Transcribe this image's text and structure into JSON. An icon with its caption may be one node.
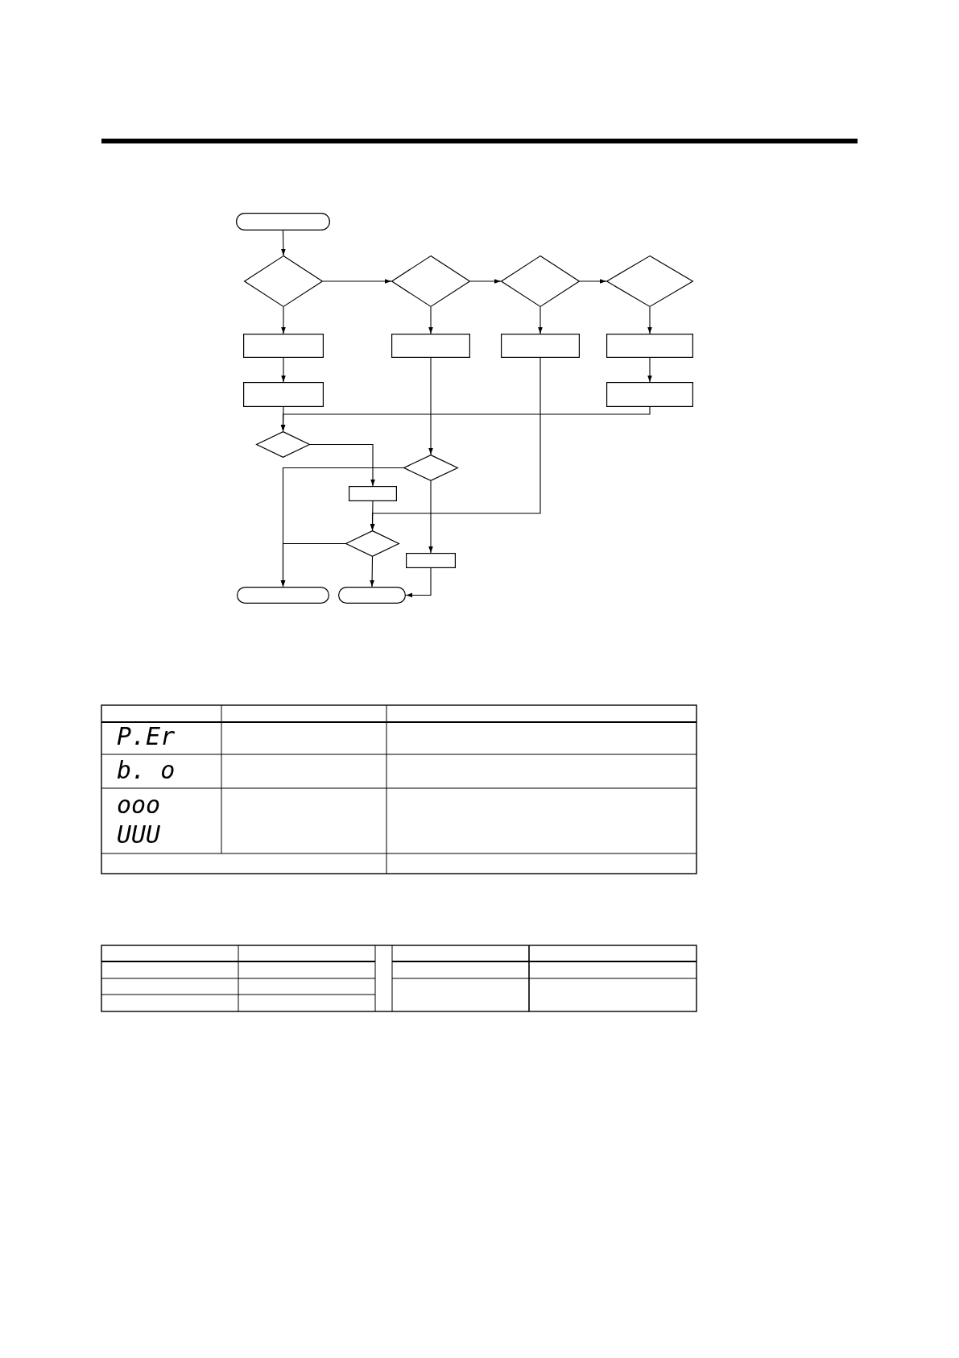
{
  "diagram": {
    "nodes": [
      {
        "text": [],
        "shape": "pill"
      },
      {
        "text": [],
        "shape": "diamond"
      },
      {
        "text": [],
        "shape": "diamond"
      },
      {
        "text": [],
        "shape": "diamond"
      },
      {
        "text": [],
        "shape": "diamond"
      },
      {
        "text": [],
        "shape": "box"
      },
      {
        "text": [],
        "shape": "box"
      },
      {
        "text": [],
        "shape": "box"
      },
      {
        "text": [],
        "shape": "box"
      },
      {
        "text": [],
        "shape": "box"
      },
      {
        "text": [],
        "shape": "box"
      },
      {
        "text": [],
        "shape": "diamond"
      },
      {
        "text": [],
        "shape": "diamond"
      },
      {
        "text": [],
        "shape": "box"
      },
      {
        "text": [],
        "shape": "diamond"
      },
      {
        "text": [],
        "shape": "box"
      },
      {
        "text": [],
        "shape": "pill"
      },
      {
        "text": [],
        "shape": "pill"
      }
    ],
    "edges": [
      {
        "from": 0,
        "to": 1,
        "arrow": "to"
      },
      {
        "from": 1,
        "to": 2,
        "arrow": "to"
      },
      {
        "from": 2,
        "to": 3,
        "arrow": "to"
      },
      {
        "from": 3,
        "to": 4,
        "arrow": "to"
      },
      {
        "from": 1,
        "to": 5,
        "arrow": "to"
      },
      {
        "from": 2,
        "to": 6,
        "arrow": "to"
      },
      {
        "from": 3,
        "to": 7,
        "arrow": "to"
      },
      {
        "from": 4,
        "to": 8,
        "arrow": "to"
      },
      {
        "from": 5,
        "to": 9,
        "arrow": "to"
      },
      {
        "from": 8,
        "to": 10,
        "arrow": "to"
      },
      {
        "from": 9,
        "to": 11,
        "arrow": "to"
      },
      {
        "from": 10,
        "to": 11,
        "arrow": "to"
      },
      {
        "from": 6,
        "to": 12,
        "arrow": "to"
      },
      {
        "from": 11,
        "to": 13,
        "arrow": "to"
      },
      {
        "from": 12,
        "to": 16,
        "arrow": "to"
      },
      {
        "from": 12,
        "to": 15,
        "arrow": "to"
      },
      {
        "from": 13,
        "to": 14,
        "arrow": "to"
      },
      {
        "from": 7,
        "to": 14,
        "arrow": "to"
      },
      {
        "from": 14,
        "to": 16,
        "arrow": "to"
      },
      {
        "from": 14,
        "to": 17,
        "arrow": "to"
      },
      {
        "from": 15,
        "to": 17,
        "arrow": "to"
      }
    ],
    "labels": [
      "P.Er",
      "b. o",
      "ooo",
      "UUU"
    ]
  }
}
